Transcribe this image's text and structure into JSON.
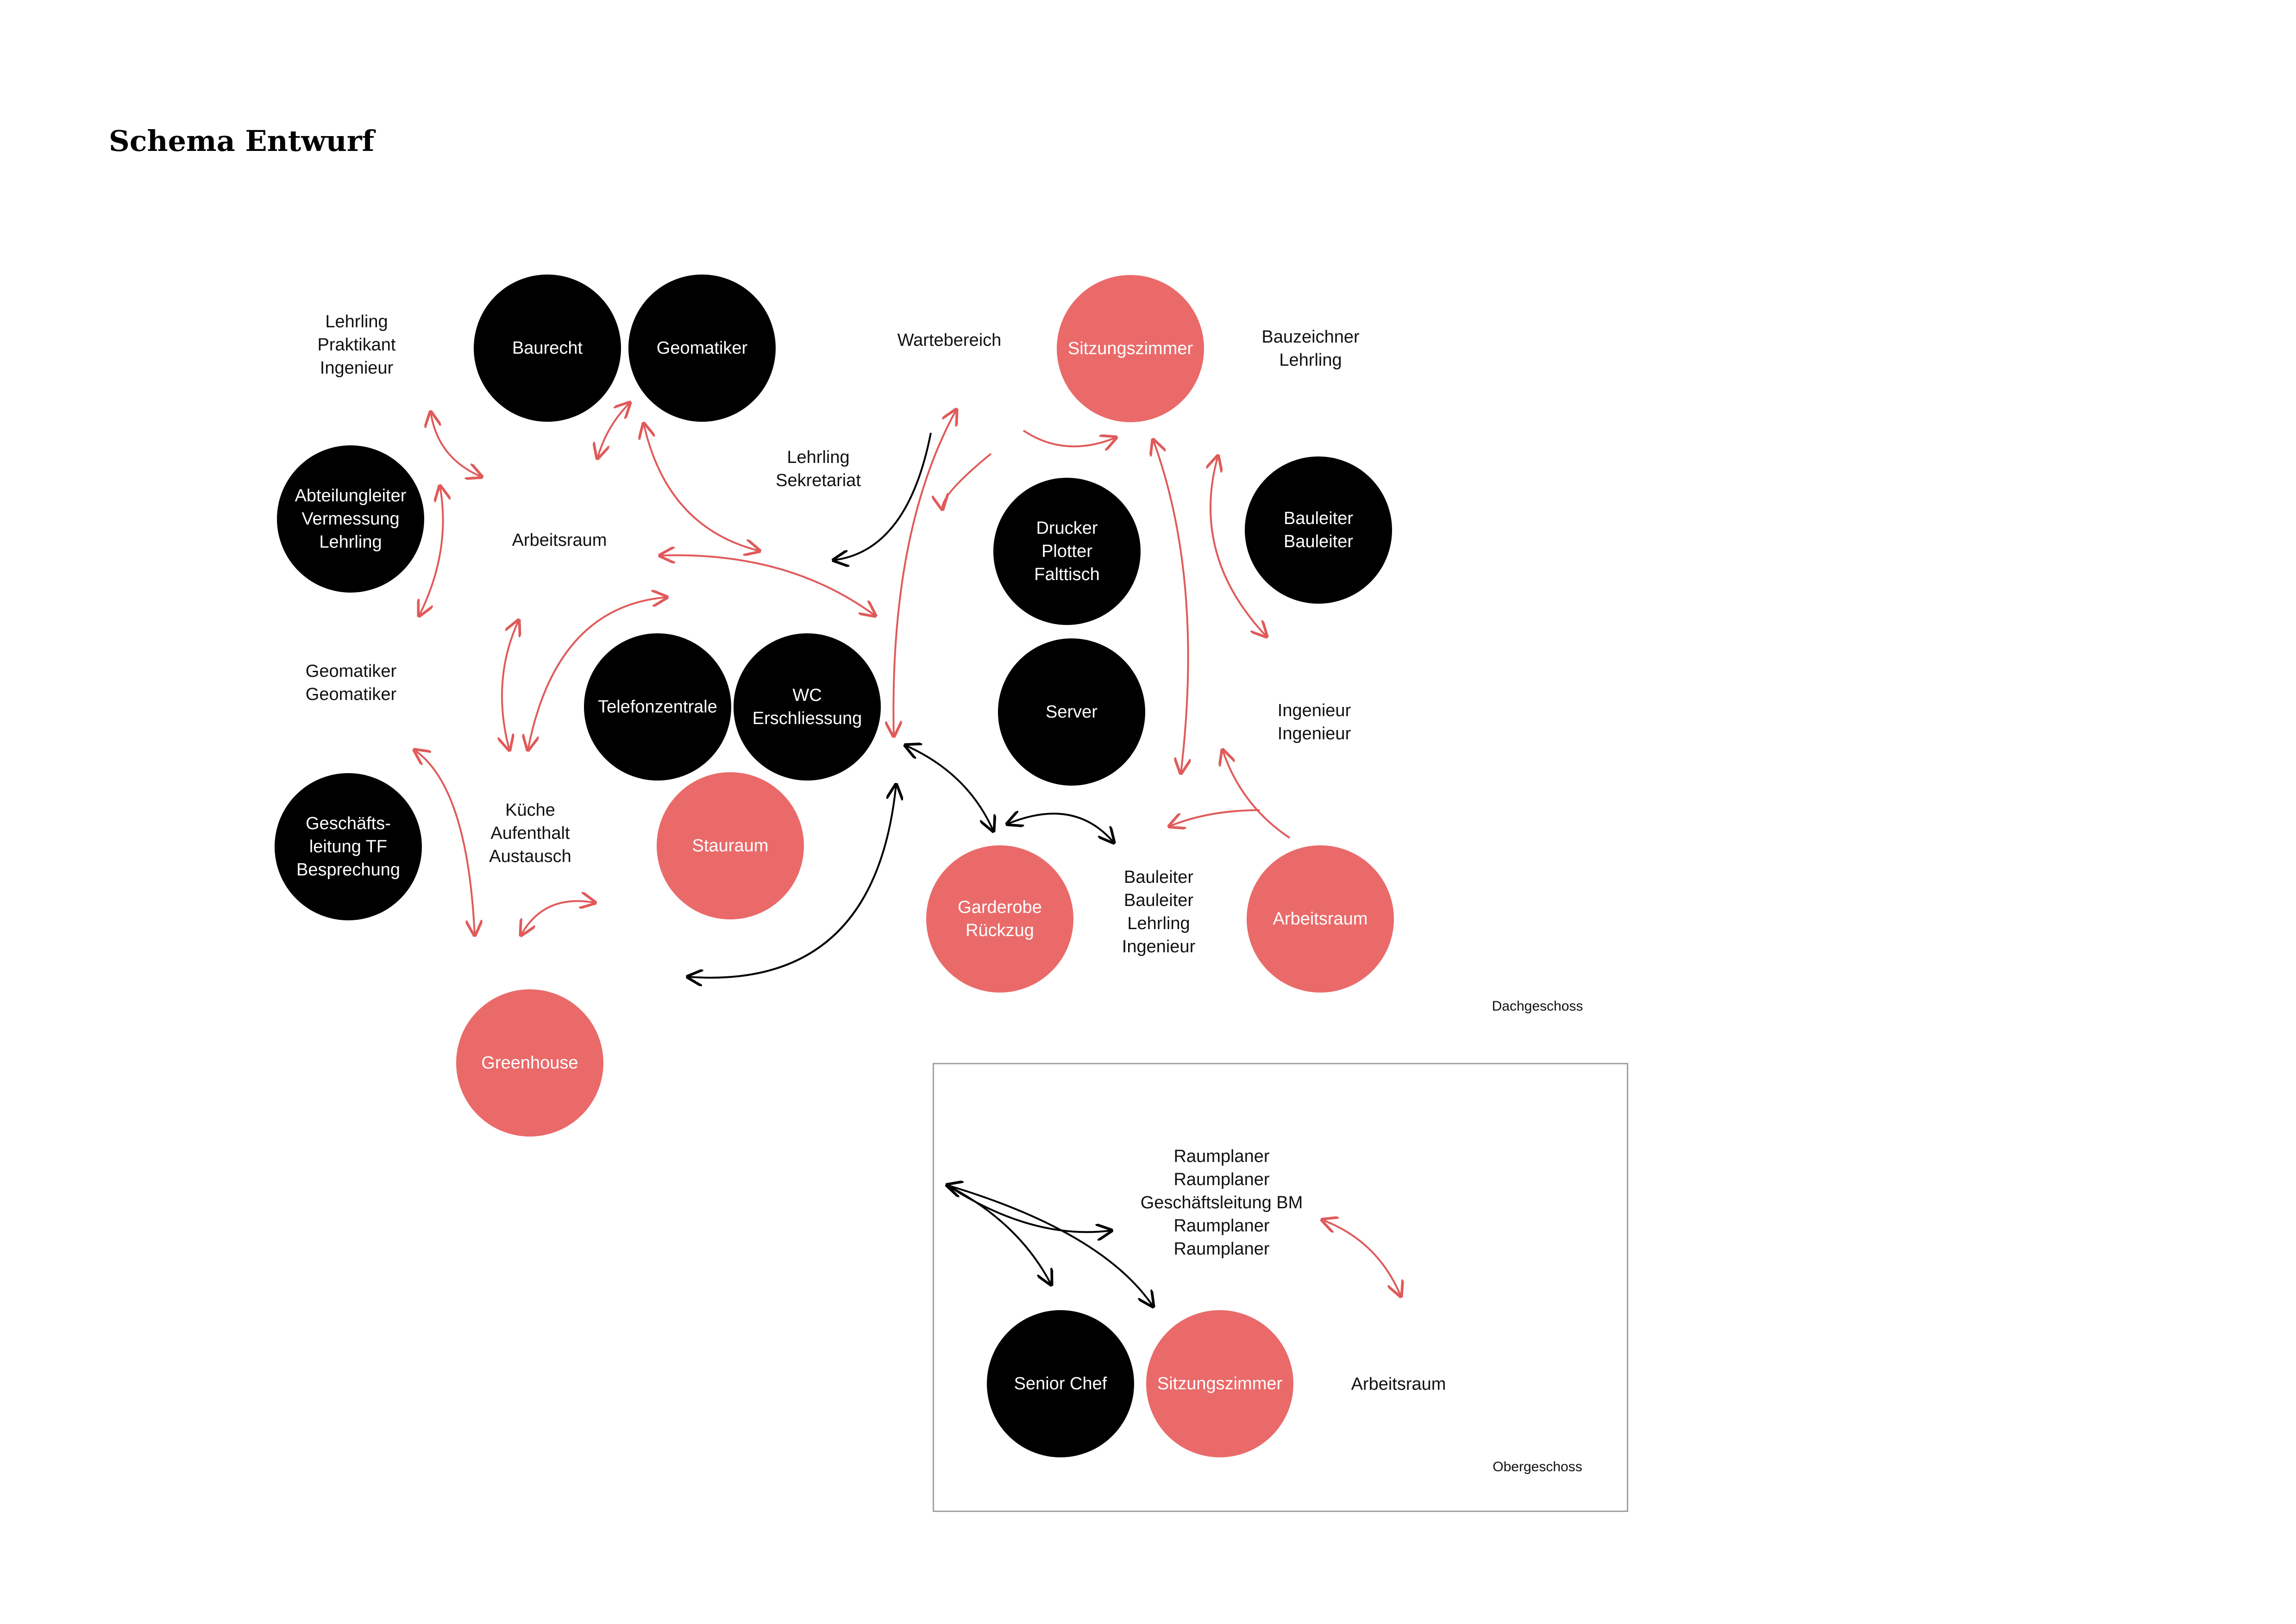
{
  "title": "Schema Entwurf",
  "colors": {
    "black": "#000000",
    "red": "#ea6a6a",
    "arrow_red": "#e05a5a",
    "arrow_black": "#000000"
  },
  "nodes": {
    "baurecht": "Baurecht",
    "geomatiker": "Geomatiker",
    "sitzungszimmer_dg": "Sitzungszimmer",
    "abteilungsleiter": "Abteilungleiter\nVermessung\nLehrling",
    "drucker": "Drucker\nPlotter\nFalttisch",
    "bauleiter_node": "Bauleiter\nBauleiter",
    "telefonzentrale": "Telefonzentrale",
    "wc": "WC\nErschliessung",
    "server": "Server",
    "geschaeftsleitung": "Geschäfts-\nleitung TF\nBesprechung",
    "stauraum": "Stauraum",
    "garderobe": "Garderobe\nRückzug",
    "arbeitsraum_dg": "Arbeitsraum",
    "greenhouse": "Greenhouse",
    "senior_chef": "Senior Chef",
    "sitzungszimmer_og": "Sitzungszimmer"
  },
  "labels": {
    "lehrling_group": "Lehrling\nPraktikant\nIngenieur",
    "wartebereich": "Wartebereich",
    "bauzeichner": "Bauzeichner\nLehrling",
    "lehrling_sekretariat": "Lehrling\nSekretariat",
    "arbeitsraum_left": "Arbeitsraum",
    "geomatiker_group": "Geomatiker\nGeomatiker",
    "ingenieur_group": "Ingenieur\nIngenieur",
    "kueche": "Küche\nAufenthalt\nAustausch",
    "bauleiter_group": "Bauleiter\nBauleiter\nLehrling\nIngenieur",
    "raumplaner_group": "Raumplaner\nRaumplaner\nGeschäftsleitung BM\nRaumplaner\nRaumplaner",
    "arbeitsraum_og": "Arbeitsraum"
  },
  "floors": {
    "dachgeschoss": "Dachgeschoss",
    "obergeschoss": "Obergeschoss"
  }
}
